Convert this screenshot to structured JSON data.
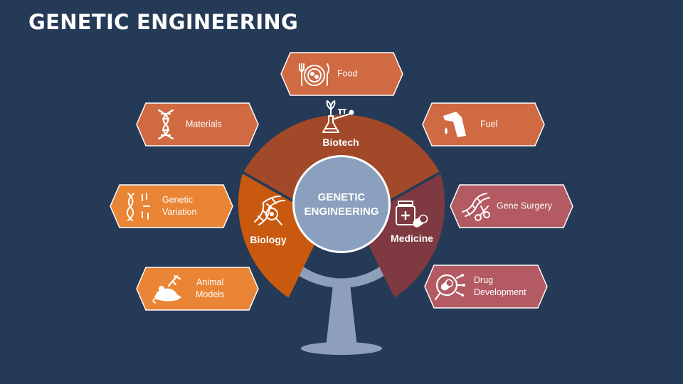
{
  "title": "GENETIC ENGINEERING",
  "colors": {
    "background": "#243a56",
    "biotech": "#a2492a",
    "biology": "#c9590f",
    "medicine": "#7e3a40",
    "hub": "#8aa0be",
    "stand": "#8d9fbb",
    "box_biotech": "#d06a43",
    "box_biology": "#e98534",
    "box_medicine": "#b35a62"
  },
  "center": {
    "line1": "GENETIC",
    "line2": "ENGINEERING"
  },
  "segments": {
    "biotech": {
      "label": "Biotech",
      "icon": "lab-flask-plant-icon"
    },
    "biology": {
      "label": "Biology",
      "icon": "dna-magnifier-icon"
    },
    "medicine": {
      "label": "Medicine",
      "icon": "medicine-bottle-pill-icon"
    }
  },
  "boxes": {
    "food": {
      "label": "Food",
      "icon": "food-plate-icon"
    },
    "materials": {
      "label": "Materials",
      "icon": "dna-strand-icon"
    },
    "fuel": {
      "label": "Fuel",
      "icon": "fuel-nozzle-icon"
    },
    "genetic_variation": {
      "label": "Genetic\nVariation",
      "icon": "dna-fragments-icon"
    },
    "gene_surgery": {
      "label": "Gene Surgery",
      "icon": "dna-scissors-icon"
    },
    "animal_models": {
      "label": "Animal\nModels",
      "icon": "mouse-syringe-icon"
    },
    "drug_development": {
      "label": "Drug\nDevelopment",
      "icon": "pill-analysis-icon"
    }
  }
}
